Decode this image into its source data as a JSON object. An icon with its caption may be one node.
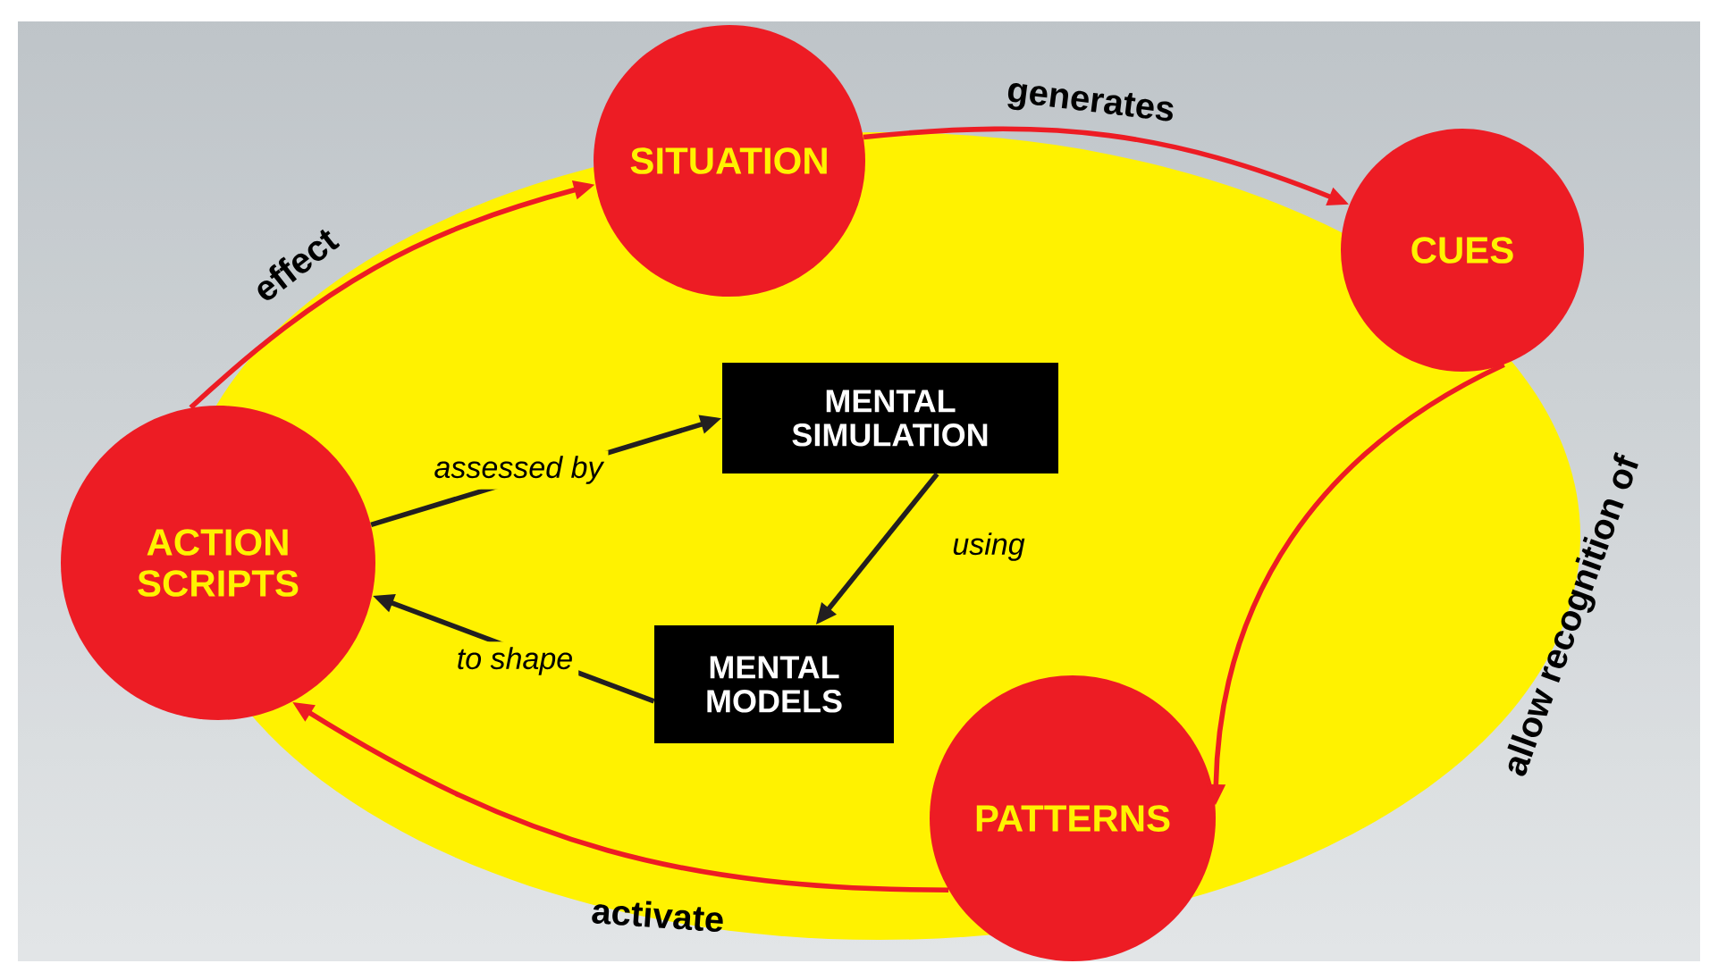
{
  "diagram": {
    "nodes": [
      {
        "text": [
          "SITUATION"
        ]
      },
      {
        "text": [
          "CUES"
        ]
      },
      {
        "text": [
          "PATTERNS"
        ]
      },
      {
        "text": [
          "ACTION SCRIPTS"
        ]
      },
      {
        "text": [
          "MENTAL SIMULATION"
        ]
      },
      {
        "text": [
          "MENTAL MODELS"
        ]
      }
    ],
    "edges": [
      {
        "from": 0,
        "to": 1,
        "arrow": "to",
        "label": "generates"
      },
      {
        "from": 1,
        "to": 2,
        "arrow": "to",
        "label": "allow recognition of"
      },
      {
        "from": 2,
        "to": 3,
        "arrow": "to",
        "label": "activate"
      },
      {
        "from": 3,
        "to": 0,
        "arrow": "to",
        "label": "effect"
      },
      {
        "from": 3,
        "to": 4,
        "arrow": "to",
        "label": "assessed by",
        "color": "#231f20"
      },
      {
        "from": 4,
        "to": 5,
        "arrow": "to",
        "label": "using",
        "color": "#231f20"
      },
      {
        "from": 5,
        "to": 3,
        "arrow": "to",
        "label": "to shape",
        "color": "#231f20"
      }
    ]
  }
}
